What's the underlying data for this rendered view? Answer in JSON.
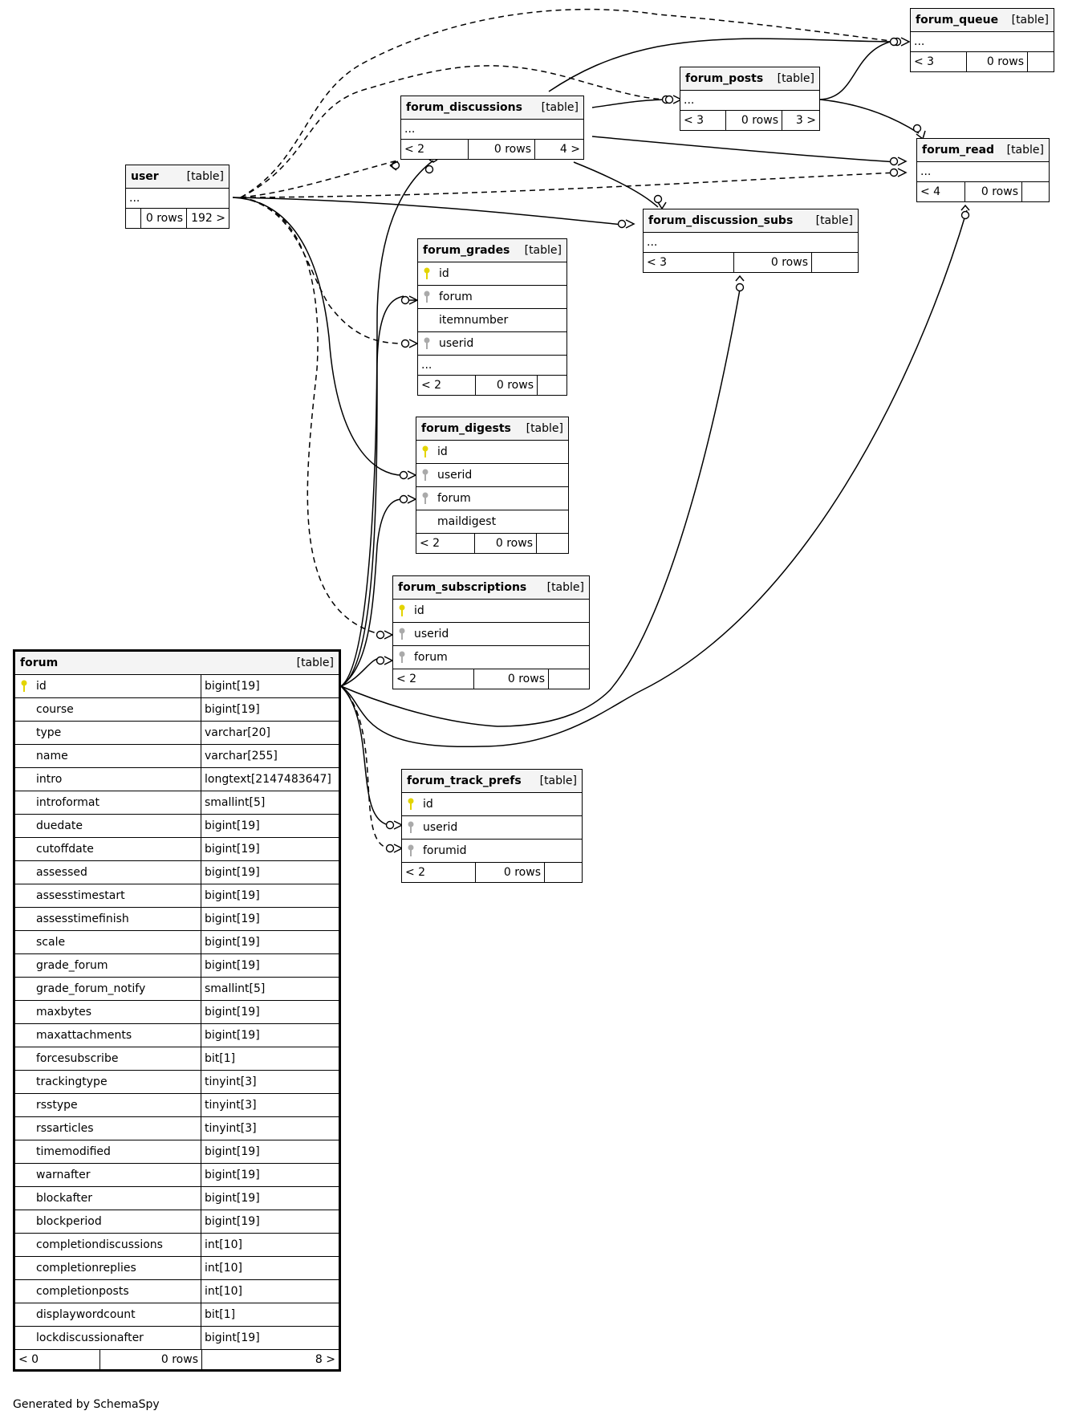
{
  "footer": "Generated by SchemaSpy",
  "colors": {
    "pk_key": "#e3d400",
    "fk_key": "#aaaaaa",
    "header_bg": "#f4f4f4"
  },
  "tables": {
    "forum_queue": {
      "name": "forum_queue",
      "kind": "[table]",
      "ellipsis": "...",
      "parents": "< 3",
      "rows": "0 rows",
      "children": ""
    },
    "forum_posts": {
      "name": "forum_posts",
      "kind": "[table]",
      "ellipsis": "...",
      "parents": "< 3",
      "rows": "0 rows",
      "children": "3 >"
    },
    "forum_discussions": {
      "name": "forum_discussions",
      "kind": "[table]",
      "ellipsis": "...",
      "parents": "< 2",
      "rows": "0 rows",
      "children": "4 >"
    },
    "forum_read": {
      "name": "forum_read",
      "kind": "[table]",
      "ellipsis": "...",
      "parents": "< 4",
      "rows": "0 rows",
      "children": ""
    },
    "user": {
      "name": "user",
      "kind": "[table]",
      "ellipsis": "...",
      "parents": "",
      "rows": "0 rows",
      "children": "192 >"
    },
    "forum_discussion_subs": {
      "name": "forum_discussion_subs",
      "kind": "[table]",
      "ellipsis": "...",
      "parents": "< 3",
      "rows": "0 rows",
      "children": ""
    },
    "forum_grades": {
      "name": "forum_grades",
      "kind": "[table]",
      "columns": [
        "id",
        "forum",
        "itemnumber",
        "userid"
      ],
      "ellipsis": "...",
      "parents": "< 2",
      "rows": "0 rows",
      "children": ""
    },
    "forum_digests": {
      "name": "forum_digests",
      "kind": "[table]",
      "columns": [
        "id",
        "userid",
        "forum",
        "maildigest"
      ],
      "parents": "< 2",
      "rows": "0 rows",
      "children": ""
    },
    "forum_subscriptions": {
      "name": "forum_subscriptions",
      "kind": "[table]",
      "columns": [
        "id",
        "userid",
        "forum"
      ],
      "parents": "< 2",
      "rows": "0 rows",
      "children": ""
    },
    "forum_track_prefs": {
      "name": "forum_track_prefs",
      "kind": "[table]",
      "columns": [
        "id",
        "userid",
        "forumid"
      ],
      "parents": "< 2",
      "rows": "0 rows",
      "children": ""
    },
    "forum": {
      "name": "forum",
      "kind": "[table]",
      "parents": "< 0",
      "rows": "0 rows",
      "children": "8 >",
      "columns": [
        {
          "name": "id",
          "type": "bigint[19]"
        },
        {
          "name": "course",
          "type": "bigint[19]"
        },
        {
          "name": "type",
          "type": "varchar[20]"
        },
        {
          "name": "name",
          "type": "varchar[255]"
        },
        {
          "name": "intro",
          "type": "longtext[2147483647]"
        },
        {
          "name": "introformat",
          "type": "smallint[5]"
        },
        {
          "name": "duedate",
          "type": "bigint[19]"
        },
        {
          "name": "cutoffdate",
          "type": "bigint[19]"
        },
        {
          "name": "assessed",
          "type": "bigint[19]"
        },
        {
          "name": "assesstimestart",
          "type": "bigint[19]"
        },
        {
          "name": "assesstimefinish",
          "type": "bigint[19]"
        },
        {
          "name": "scale",
          "type": "bigint[19]"
        },
        {
          "name": "grade_forum",
          "type": "bigint[19]"
        },
        {
          "name": "grade_forum_notify",
          "type": "smallint[5]"
        },
        {
          "name": "maxbytes",
          "type": "bigint[19]"
        },
        {
          "name": "maxattachments",
          "type": "bigint[19]"
        },
        {
          "name": "forcesubscribe",
          "type": "bit[1]"
        },
        {
          "name": "trackingtype",
          "type": "tinyint[3]"
        },
        {
          "name": "rsstype",
          "type": "tinyint[3]"
        },
        {
          "name": "rssarticles",
          "type": "tinyint[3]"
        },
        {
          "name": "timemodified",
          "type": "bigint[19]"
        },
        {
          "name": "warnafter",
          "type": "bigint[19]"
        },
        {
          "name": "blockafter",
          "type": "bigint[19]"
        },
        {
          "name": "blockperiod",
          "type": "bigint[19]"
        },
        {
          "name": "completiondiscussions",
          "type": "int[10]"
        },
        {
          "name": "completionreplies",
          "type": "int[10]"
        },
        {
          "name": "completionposts",
          "type": "int[10]"
        },
        {
          "name": "displaywordcount",
          "type": "bit[1]"
        },
        {
          "name": "lockdiscussionafter",
          "type": "bigint[19]"
        }
      ]
    }
  }
}
